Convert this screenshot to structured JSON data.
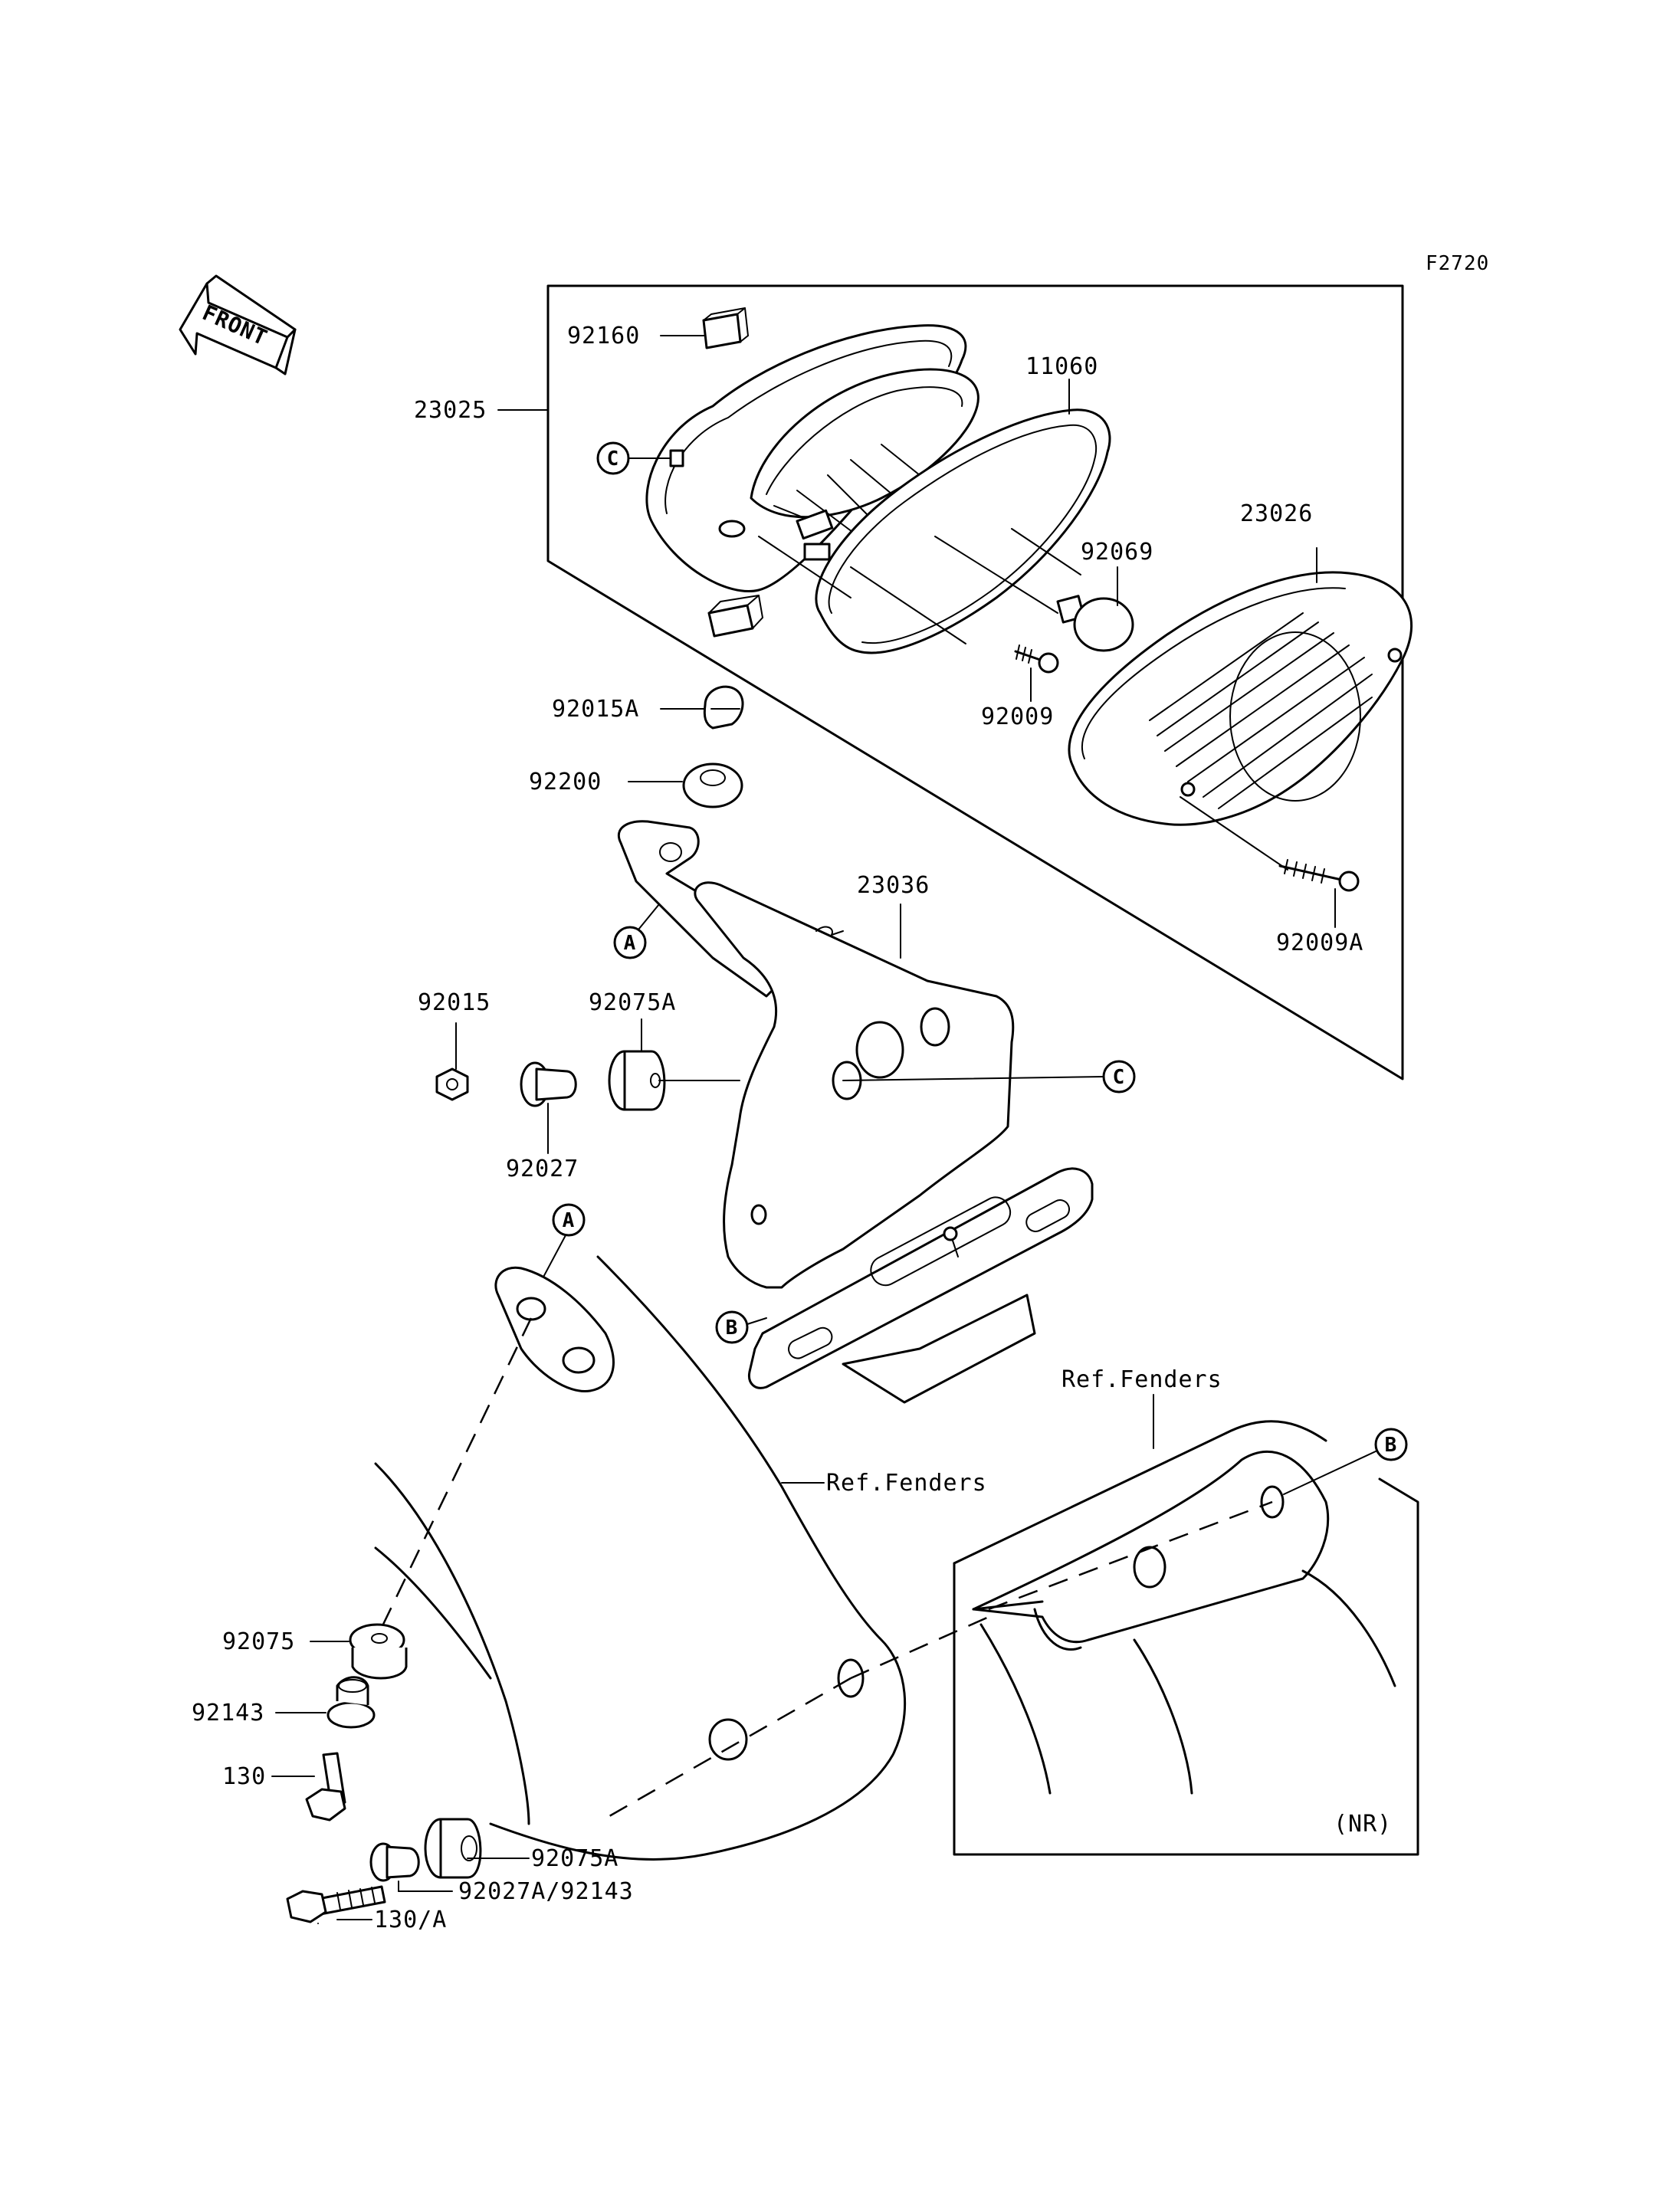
{
  "figure_code": "F2720",
  "front_label": "FRONT",
  "parts": {
    "p92160": "92160",
    "p23025": "23025",
    "p11060": "11060",
    "p23026": "23026",
    "p92069": "92069",
    "p92015A": "92015A",
    "p92009": "92009",
    "p92200": "92200",
    "p23036": "23036",
    "p92009A": "92009A",
    "p92015": "92015",
    "p92075A_top": "92075A",
    "p92027": "92027",
    "p92075": "92075",
    "p92143": "92143",
    "p130": "130",
    "p92075A_bottom": "92075A",
    "p92027A_92143": "92027A/92143",
    "p130A": "130/A"
  },
  "refs": {
    "ref_fenders_left": "Ref.Fenders",
    "ref_fenders_right": "Ref.Fenders",
    "nr": "(NR)"
  },
  "callouts": {
    "c_top": "C",
    "c_right": "C",
    "a_upper": "A",
    "a_lower": "A",
    "b_left": "B",
    "b_right": "B"
  }
}
